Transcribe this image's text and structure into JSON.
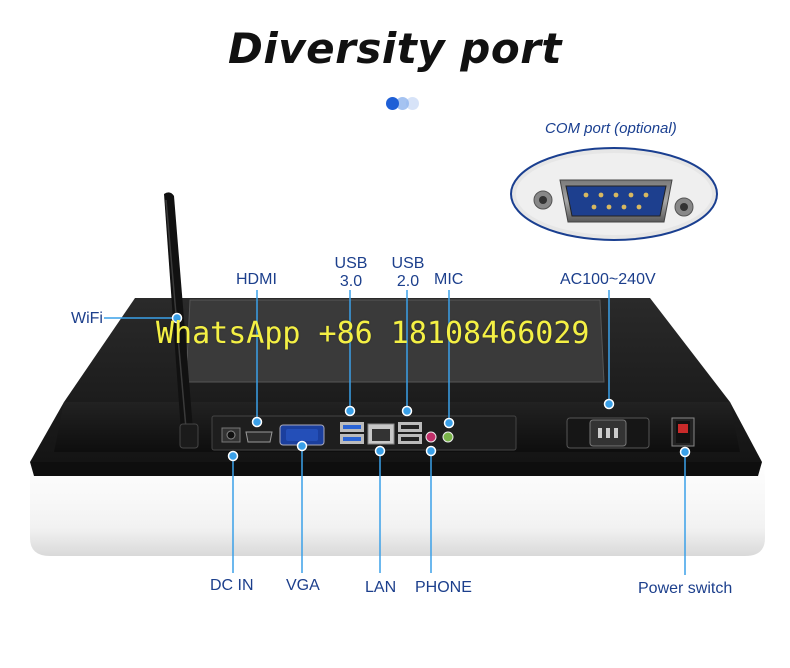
{
  "heading": {
    "title": "Diversity port"
  },
  "com_port": {
    "label": "COM port (optional)"
  },
  "watermark": "WhatsApp +86 18108466029",
  "ports_top": {
    "wifi": "WiFi",
    "hdmi": "HDMI",
    "usb3_line1": "USB",
    "usb3_line2": "3.0",
    "usb2_line1": "USB",
    "usb2_line2": "2.0",
    "mic": "MIC",
    "power_in": "AC100~240V"
  },
  "ports_bottom": {
    "dc_in": "DC IN",
    "vga": "VGA",
    "lan": "LAN",
    "phone": "PHONE",
    "power_switch": "Power switch"
  },
  "colors": {
    "accent": "#1e5fd6",
    "label_text": "#1c3f8c",
    "callout_line": "#3aa0e8",
    "device_black": "#1c1c1c",
    "device_white": "#f3f3f3",
    "watermark": "#f4f044"
  }
}
